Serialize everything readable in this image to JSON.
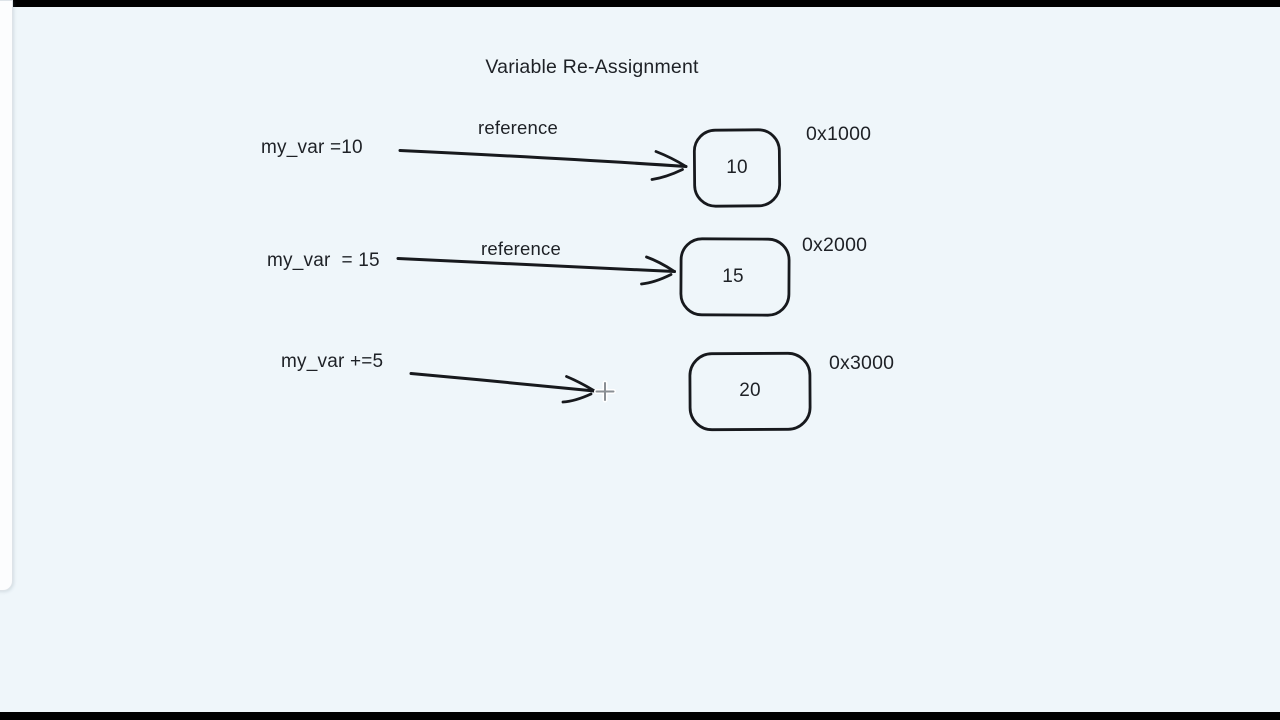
{
  "page": {
    "title": "Variable Re-Assignment"
  },
  "colors": {
    "canvas_bg": "#eff6fa",
    "ink": "#17191d",
    "text_color": "#1e2126",
    "cursor_gray": "#8a8f94",
    "letterbox": "#000000",
    "panel_bg": "#fcfdfe",
    "panel_border": "#dde3e8"
  },
  "rows": [
    {
      "code": "my_var =10",
      "arrow_label": "reference",
      "value": "10",
      "address": "0x1000"
    },
    {
      "code": "my_var  = 15",
      "arrow_label": "reference",
      "value": "15",
      "address": "0x2000"
    },
    {
      "code": "my_var +=5",
      "arrow_label": "",
      "value": "20",
      "address": "0x3000"
    }
  ],
  "cursor": {
    "icon": "crosshair-cursor"
  }
}
